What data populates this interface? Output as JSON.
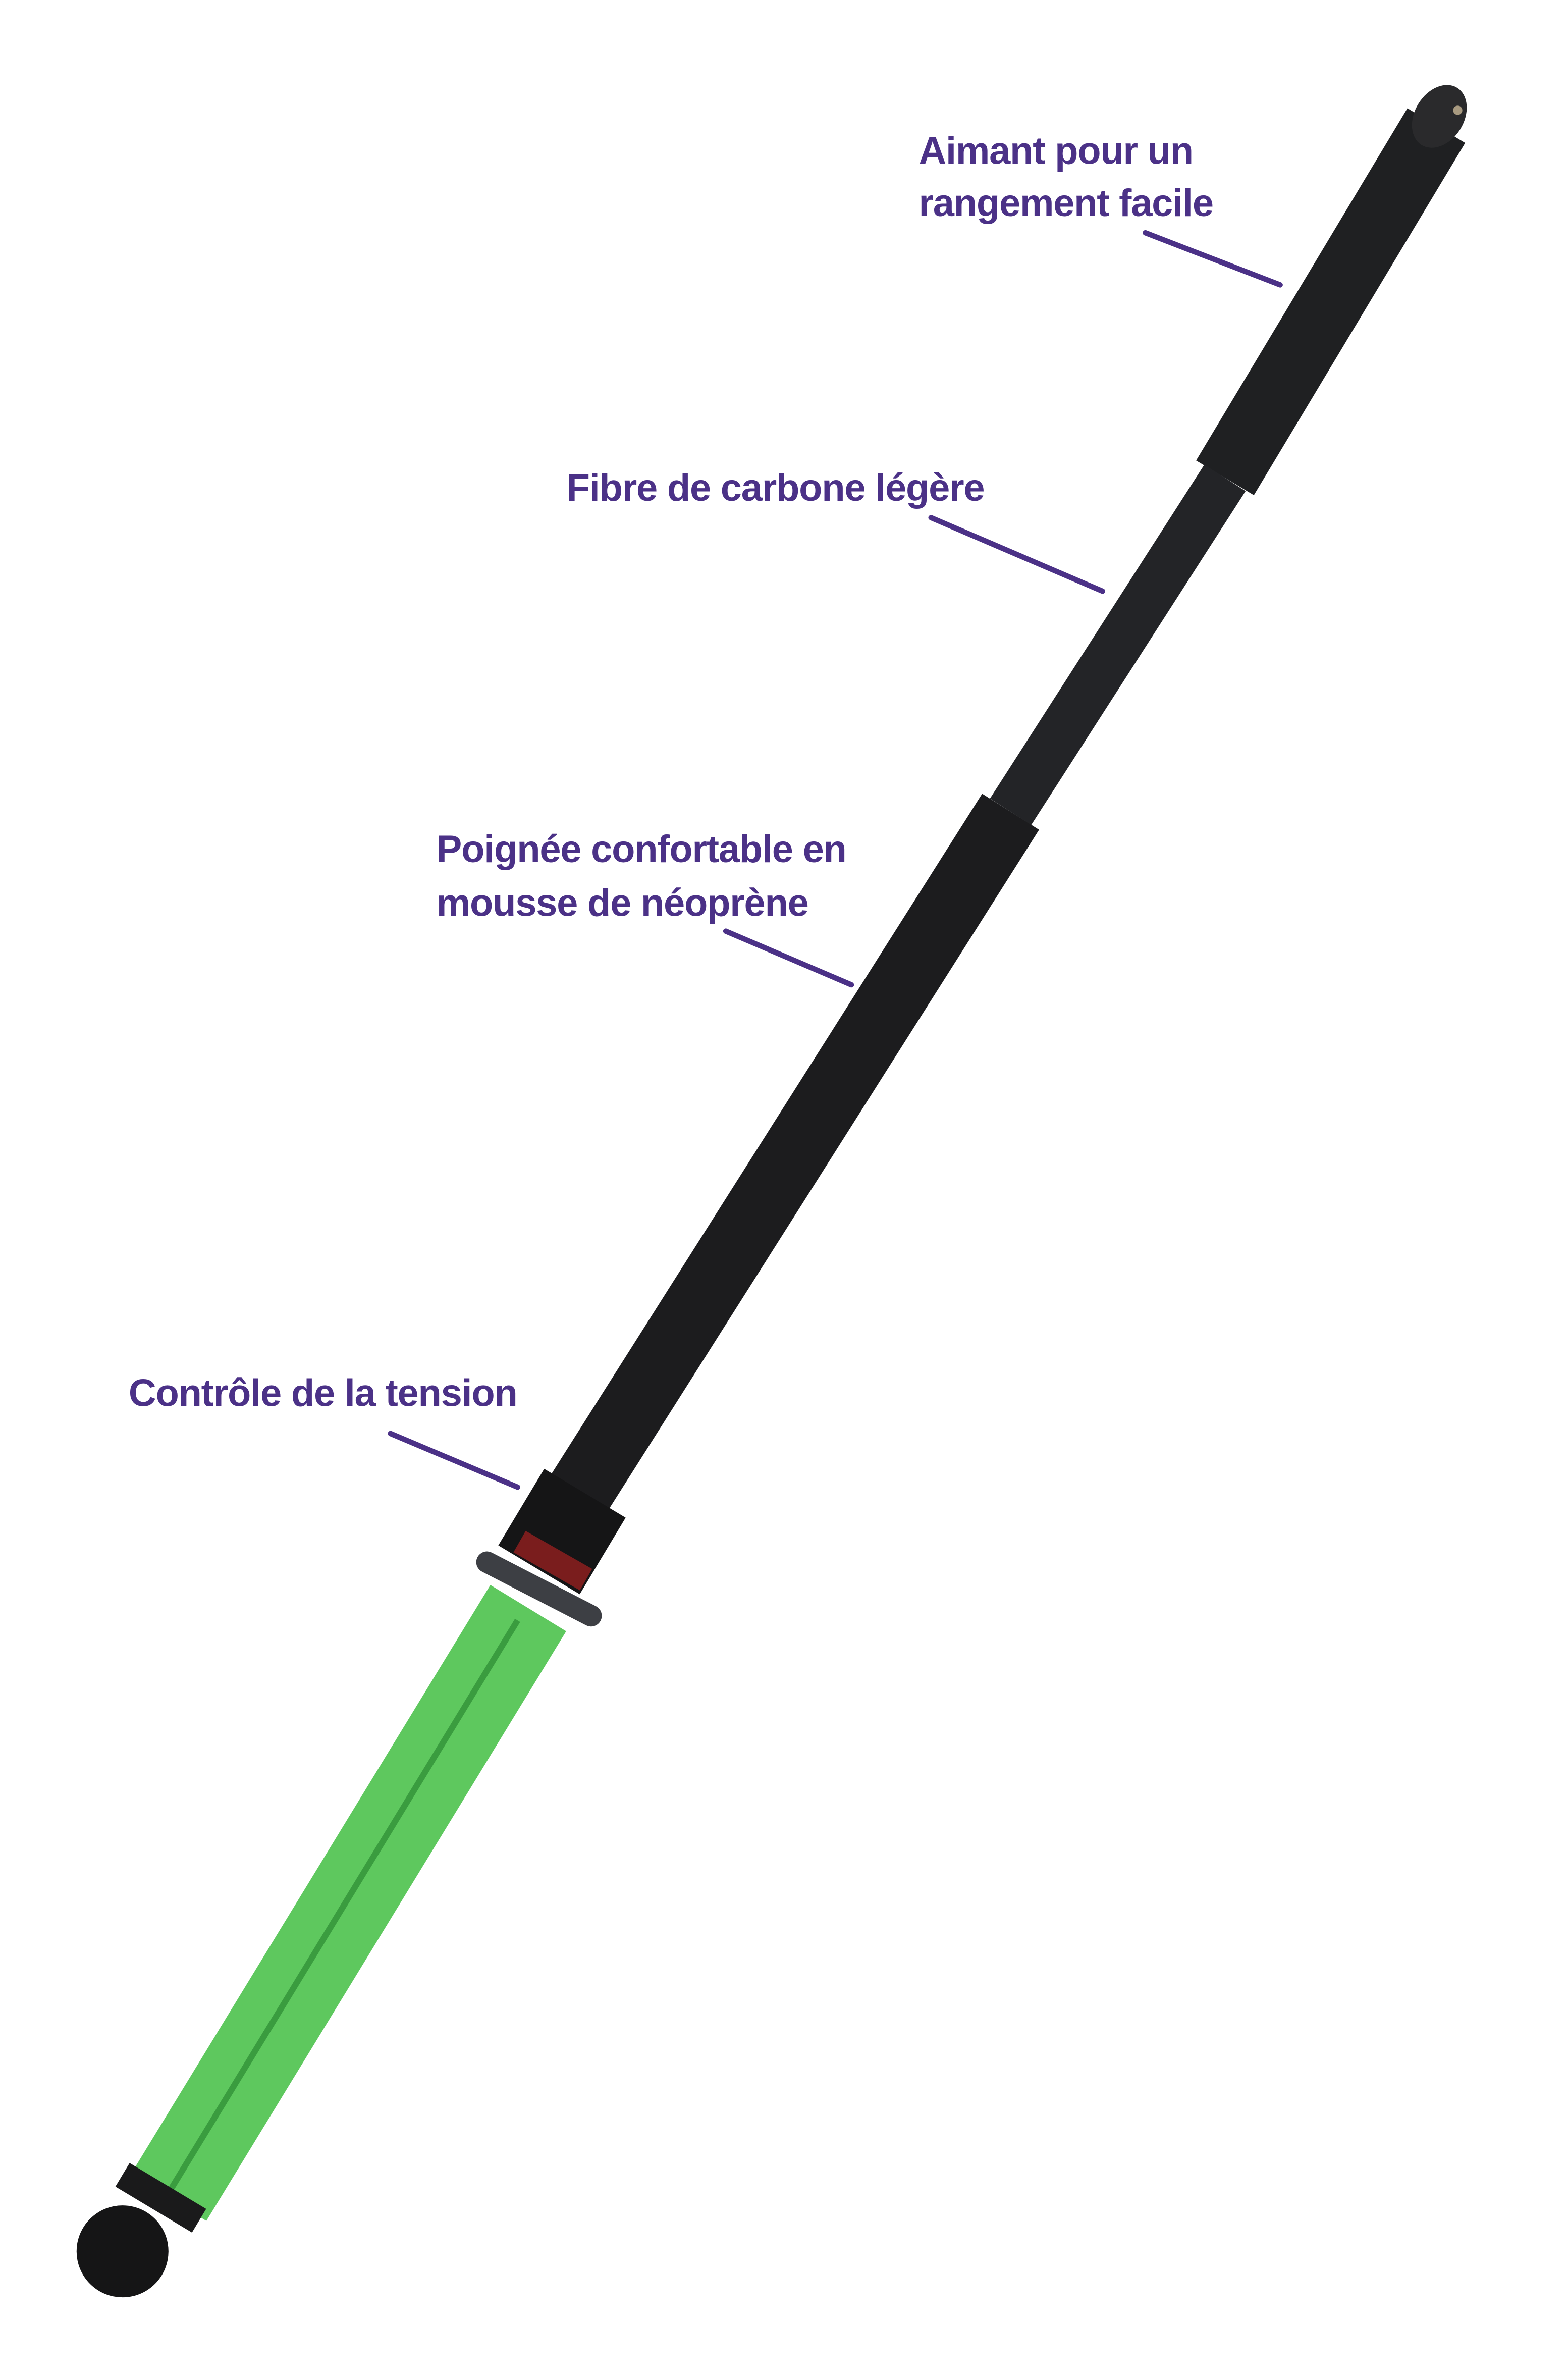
{
  "colors": {
    "label": "#4b3187",
    "shaft": "#1f2022",
    "handle": "#5ec85e",
    "handle_dark": "#3a9c3f",
    "background": "#ffffff"
  },
  "labels": {
    "magnet": [
      "Aimant pour un",
      "rangement facile"
    ],
    "carbon": [
      "Fibre de carbone légère"
    ],
    "grip": [
      "Poignée confortable en",
      "mousse de néoprène"
    ],
    "tension": [
      "Contrôle de la tension"
    ]
  }
}
